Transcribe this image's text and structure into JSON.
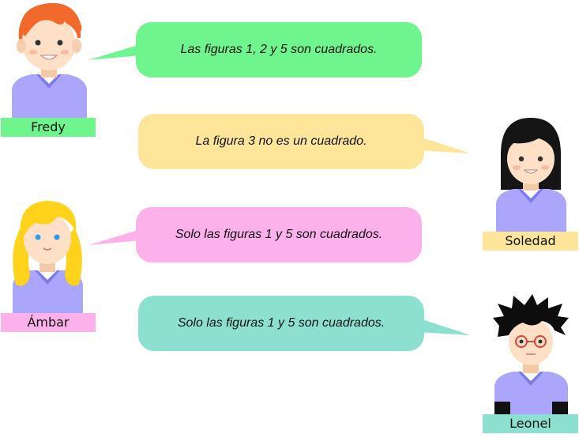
{
  "characters": [
    {
      "name": "Fredy",
      "tag_color": "#6ef58c",
      "hair_color": "#f26a2b"
    },
    {
      "name": "Soledad",
      "tag_color": "#fde59a",
      "hair_color": "#151515"
    },
    {
      "name": "Ámbar",
      "tag_color": "#fcb1ea",
      "hair_color": "#ffd21c"
    },
    {
      "name": "Leonel",
      "tag_color": "#8be0cf",
      "hair_color": "#0d0d0d"
    }
  ],
  "bubbles": [
    {
      "text": "Las figuras 1, 2 y 5 son cuadrados.",
      "color": "#6ff58d"
    },
    {
      "text": "La figura 3 no es un cuadrado.",
      "color": "#fde59a"
    },
    {
      "text": "Solo las figuras 1 y 5 son cuadrados.",
      "color": "#fcb1ea"
    },
    {
      "text": "Solo las figuras 1 y 5 son cuadrados.",
      "color": "#8be0cf"
    }
  ],
  "colors": {
    "shirt": "#a9a6fb",
    "collar": "#7c79ea",
    "skin": "#fde0c6"
  }
}
